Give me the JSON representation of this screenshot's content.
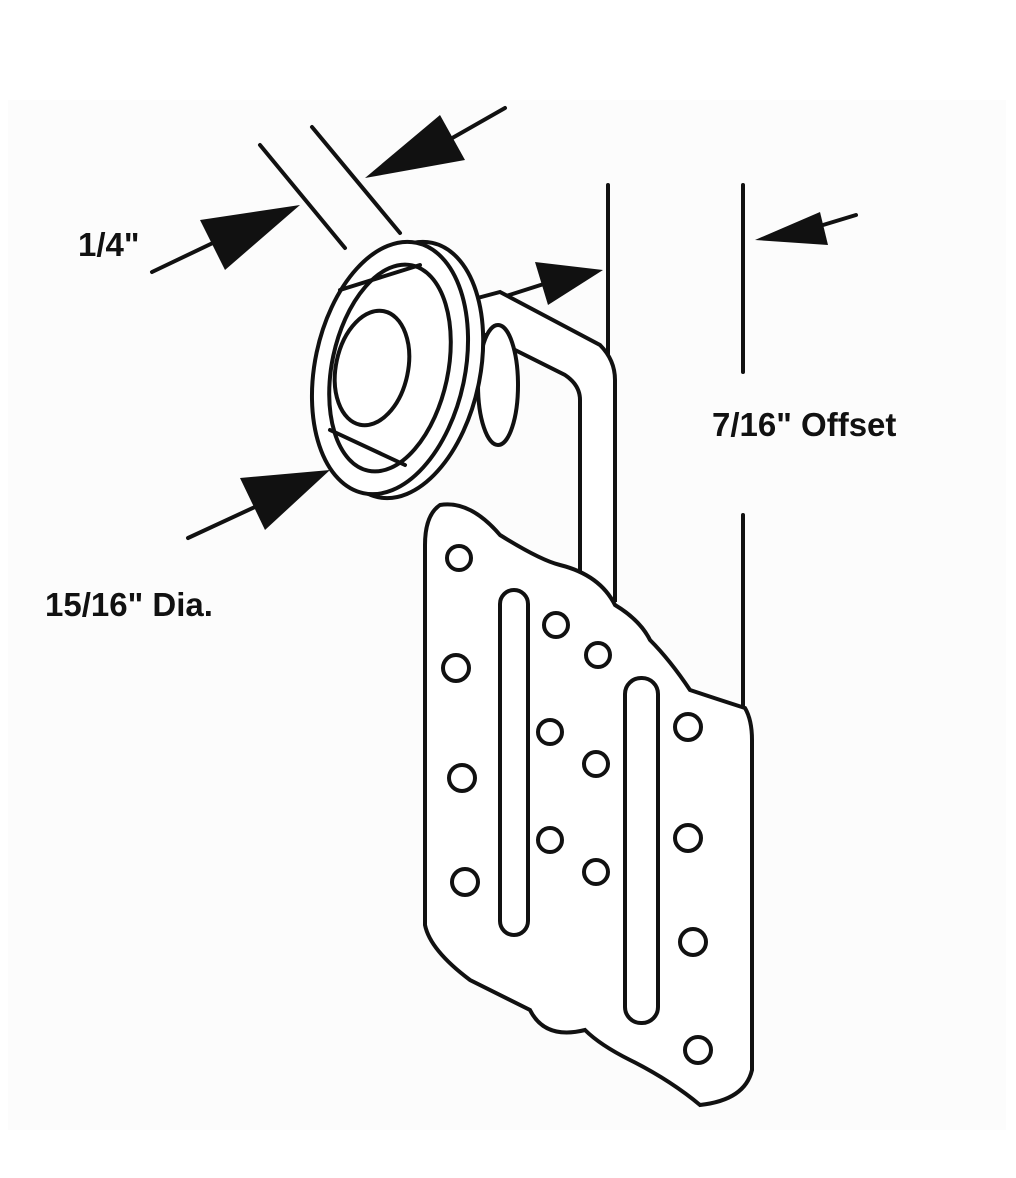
{
  "labels": {
    "thickness": "1/4\"",
    "offset": "7/16\" Offset",
    "diameter": "15/16\" Dia."
  }
}
